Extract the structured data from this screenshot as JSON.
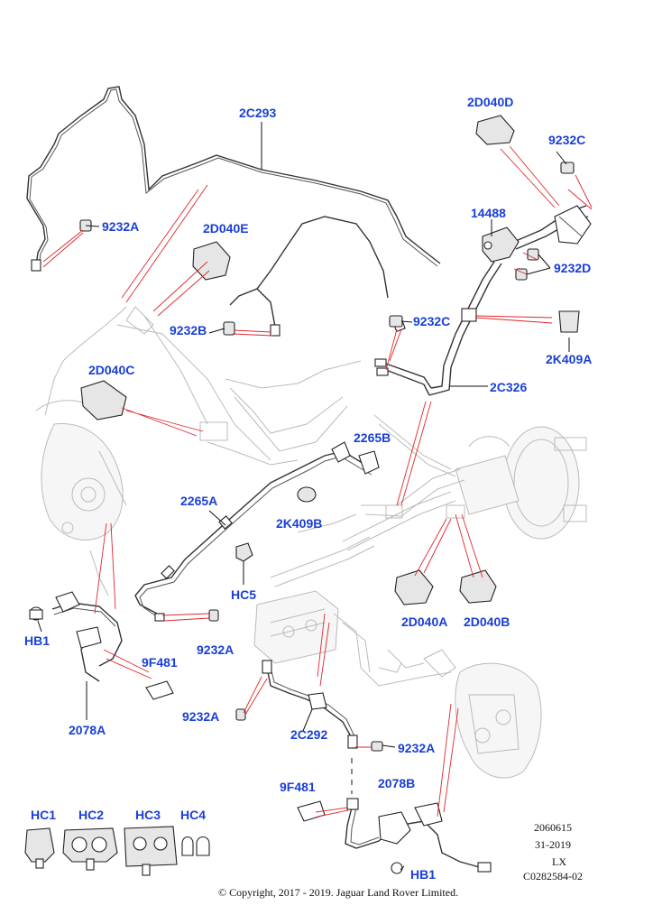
{
  "labels": {
    "l_2c293": "2C293",
    "l_9232a_1": "9232A",
    "l_2d040e": "2D040E",
    "l_9232b": "9232B",
    "l_2d040d": "2D040D",
    "l_9232c_1": "9232C",
    "l_14488": "14488",
    "l_9232d": "9232D",
    "l_9232c_2": "9232C",
    "l_2k409a": "2K409A",
    "l_2c326": "2C326",
    "l_2d040c": "2D040C",
    "l_2265b": "2265B",
    "l_2265a": "2265A",
    "l_2k409b": "2K409B",
    "l_hc5": "HC5",
    "l_hb1_1": "HB1",
    "l_9f481_1": "9F481",
    "l_9232a_2": "9232A",
    "l_2078a": "2078A",
    "l_2d040a": "2D040A",
    "l_2d040b": "2D040B",
    "l_9232a_3": "9232A",
    "l_2c292": "2C292",
    "l_9232a_4": "9232A",
    "l_9f481_2": "9F481",
    "l_2078b": "2078B",
    "l_hb1_2": "HB1",
    "l_hc1": "HC1",
    "l_hc2": "HC2",
    "l_hc3": "HC3",
    "l_hc4": "HC4"
  },
  "reference": {
    "line1": "2060615",
    "line2": "31-2019",
    "line3": "LX",
    "line4": "C0282584-02"
  },
  "copyright": "© Copyright, 2017 - 2019. Jaguar Land Rover Limited.",
  "colors": {
    "label": "#1a3fd6",
    "leader": "#e0262b"
  }
}
